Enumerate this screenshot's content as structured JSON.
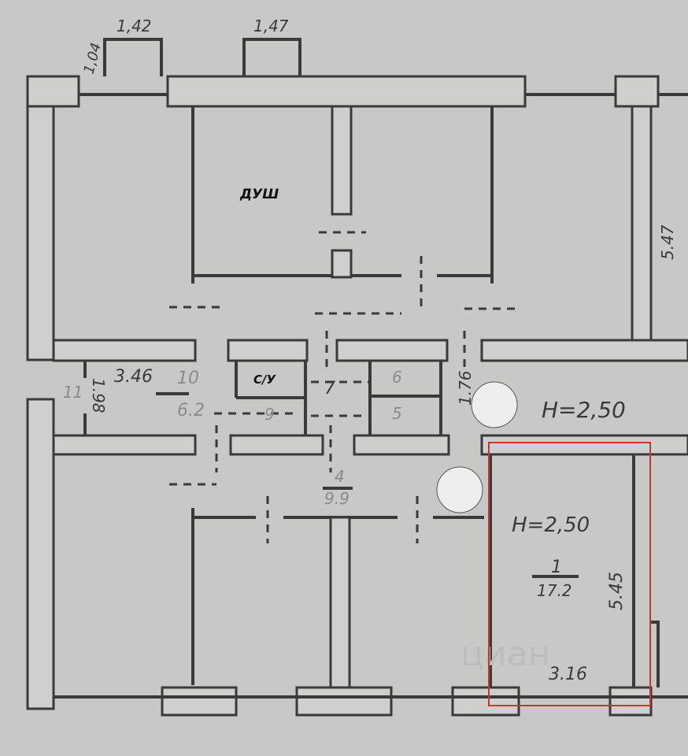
{
  "plan": {
    "balconies": [
      {
        "width": "1,42",
        "depth": "1,04"
      },
      {
        "width": "1,47"
      }
    ],
    "right_room_dim": "5.47",
    "shower_label": "ДУШ",
    "wc_label": "С/У",
    "room10": {
      "number": "10",
      "area": "6.2",
      "dim": "3.46"
    },
    "room11": {
      "number": "11",
      "dim": "1.98"
    },
    "room7": {
      "number": "7"
    },
    "room6": {
      "number": "6"
    },
    "room5": {
      "number": "5"
    },
    "room9": {
      "number": "9"
    },
    "corridor": {
      "dim": "1.76",
      "height": "H=2,50"
    },
    "room4": {
      "number": "4",
      "area": "9.9"
    },
    "room1": {
      "height": "H=2,50",
      "number": "1",
      "area": "17.2",
      "length": "5.45",
      "width": "3.16"
    },
    "watermark": "циан"
  },
  "colors": {
    "highlight": "#d03030",
    "paper": "#c8c8c6",
    "ink": "#3a3a3a"
  }
}
